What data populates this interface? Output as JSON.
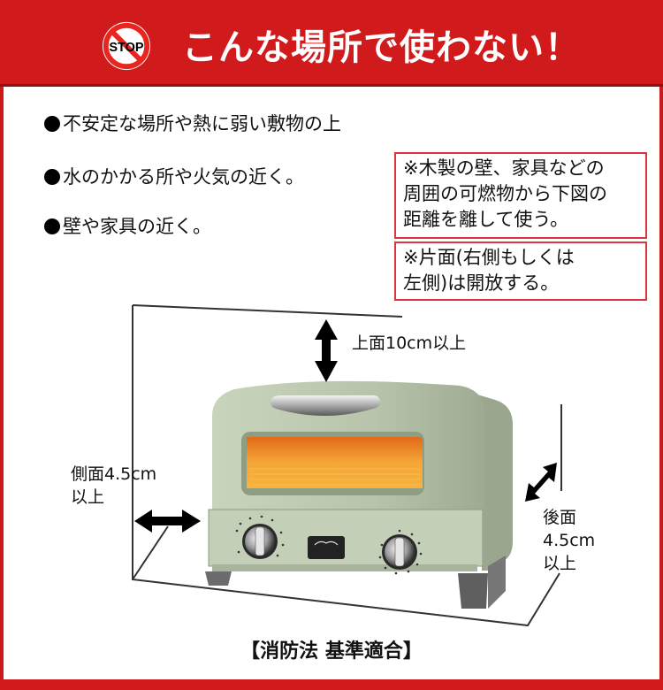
{
  "header": {
    "title": "こんな場所で使わない！",
    "icon": {
      "name": "stop-prohibition-icon",
      "text": "STOP"
    },
    "background_color": "#d11a1c",
    "text_color": "#ffffff"
  },
  "bullets": [
    {
      "marker": "●",
      "text": "不安定な場所や熱に弱い敷物の上"
    },
    {
      "marker": "●",
      "text": "水のかかる所や火気の近く。"
    },
    {
      "marker": "●",
      "text": "壁や家具の近く。"
    }
  ],
  "notes": [
    {
      "lines": [
        "※木製の壁、家具などの",
        "周囲の可燃物から下図の",
        "距離を離して使う。"
      ]
    },
    {
      "lines": [
        "※片面(右側もしくは",
        "左側)は開放する。"
      ]
    }
  ],
  "note_border_color": "#d9363e",
  "diagram": {
    "top_clearance": {
      "lines": [
        "上面10cm以上"
      ]
    },
    "side_clearance": {
      "lines": [
        "側面4.5cm",
        "以上"
      ]
    },
    "back_clearance": {
      "lines": [
        "後面",
        "4.5cm",
        "以上"
      ]
    },
    "appliance": {
      "body_color": "#b9c6ad",
      "window_color": "#f2a02c",
      "logo_plate_color": "#222222"
    }
  },
  "footer": {
    "text": "【消防法 基準適合】"
  },
  "accent_color": "#d11a1c"
}
